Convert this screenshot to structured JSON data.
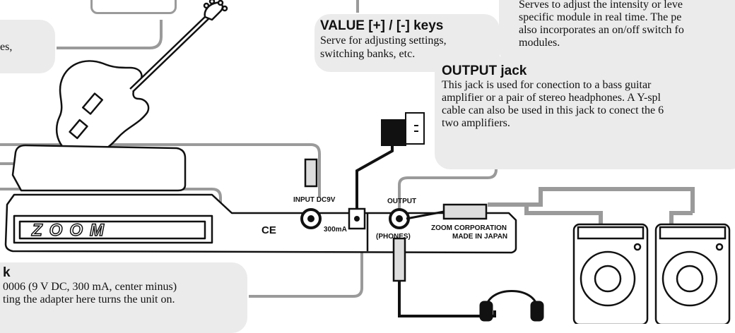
{
  "callouts": {
    "value_keys": {
      "title": "VALUE [+] / [-] keys",
      "lines": [
        "Serve for adjusting settings,",
        "switching banks, etc."
      ]
    },
    "pedal": {
      "lines": [
        "Serves to adjust the intensity or leve",
        "specific module in real time. The pe",
        "also incorporates an on/off switch fo",
        "modules."
      ]
    },
    "output_jack": {
      "title": "OUTPUT jack",
      "lines": [
        "This jack is used for conection to a bass guitar",
        "amplifier or a pair of stereo headphones. A Y-spl",
        "cable can also be used in this jack to conect the 6",
        "two amplifiers."
      ]
    },
    "dc_jack": {
      "title": "k",
      "lines": [
        "0006 (9 V DC, 300 mA, center minus)",
        "ting the adapter here turns the unit on."
      ]
    },
    "top_left": {
      "lines": [
        "es,"
      ]
    }
  },
  "device": {
    "brand": "ZOOM",
    "input_label": "INPUT DC9V",
    "current_label": "300mA",
    "ce_mark": "CE",
    "output_label": "OUTPUT",
    "phones_label": "(PHONES)",
    "maker_line1": "ZOOM CORPORATION",
    "maker_line2": "MADE IN JAPAN"
  },
  "colors": {
    "callout_bg": "#ebebeb",
    "leader_line": "#9a9a9a",
    "ink": "#111111"
  }
}
